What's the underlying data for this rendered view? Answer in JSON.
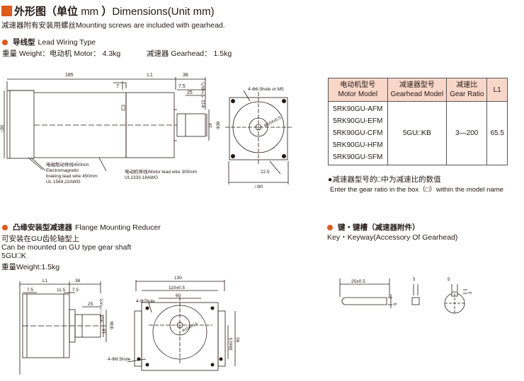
{
  "title": {
    "cn": "外形图（单位",
    "unit": "mm",
    "close": "）",
    "en": "Dimensions(Unit mm)"
  },
  "subtitle": "减速器附有安装用螺丝Mounting screws are included with gearhead.",
  "lead": {
    "heading_cn": "导线型",
    "heading_en": "Lead Wiring Type",
    "weight_motor": "重量 Weight：电动机 Motor： 4.3kg",
    "weight_gear": "减速器 Gearhead： 1.5kg"
  },
  "main_drawing": {
    "dims": {
      "d185": "185",
      "dL1": "L1",
      "d38": "38",
      "d7": "7",
      "d7_5": "7.5",
      "d25": "25",
      "phi15": "Φ15⁻⁰·⁰¹⁸(h7)",
      "d18": "18",
      "phi36": "Φ36",
      "sq90": "□90"
    },
    "brake_wire": [
      "电磁制动导线450mm",
      "Electromagnetic",
      "braking lead wire 450mm",
      "UL 1569,22AWG"
    ],
    "motor_wire": [
      "电动机导线/Motor lead wire 300mm",
      "UL1333,18AWG"
    ],
    "front": {
      "hole": "4-Φ6.5hole or M5",
      "pcd": "Φ104±0.5",
      "d22_5": "22.5",
      "sq90": "□90"
    }
  },
  "table": {
    "headers": [
      {
        "cn": "电动机型号",
        "en": "Motor Model"
      },
      {
        "cn": "减速器型号",
        "en": "Gearhead Model"
      },
      {
        "cn": "减速比",
        "en": "Gear Ratio"
      },
      {
        "cn": "",
        "en": "L1"
      }
    ],
    "motor_models": [
      "5RK90GU-AFM",
      "5RK90GU-EFM",
      "5RK90GU-CFM",
      "5RK90GU-HFM",
      "5RK90GU-SFM"
    ],
    "gearhead": "5GU□KB",
    "ratio": "3—200",
    "l1": "65.5"
  },
  "note": {
    "cn": "●减速器型号的□中为减速比的数值",
    "en": "Enter the gear ratio in the box（□）within the model name"
  },
  "flange": {
    "heading_cn": "凸缘安装型减速器",
    "heading_en": "Flange Mounting Reducer",
    "line1": "可安装在GU齿轮轴型上",
    "line2": "Can be mounted on GU type gear shaft",
    "line3": "5GU□K",
    "line4": "重量Weight:1.5kg",
    "dims": {
      "L1": "L1",
      "d38": "38",
      "d7_5a": "7.5",
      "d11_5": "11.5",
      "d7_5b": "7.5",
      "d25": "25",
      "phi15": "Φ15⁻⁰·⁰¹⁸(h7)",
      "d18": "18",
      "phi36": "Φ36"
    },
    "front": {
      "d130": "130",
      "d110": "110±0.5",
      "d60": "60",
      "hole7": "4-Φ7hole",
      "pcd": "Φ104±0.5",
      "hole8": "4-Φ8.5hole",
      "d38": "38±0.5",
      "d60v": "60"
    }
  },
  "key": {
    "heading_cn": "键・键槽（减速器附件）",
    "heading_en": "Key・Keyway(Accessory Of Gearhead)",
    "dims": {
      "d25": "25±0.5",
      "d5a": "5",
      "d5b": "5",
      "d5c": "5",
      "d3": "3"
    }
  }
}
